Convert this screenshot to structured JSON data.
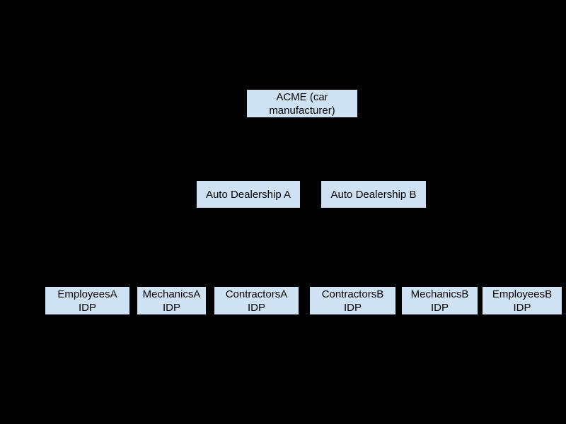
{
  "diagram": {
    "background_color": "#000000",
    "node_fill_color": "#cfe2f3",
    "node_border_color": "#000000",
    "node_text_color": "#000000",
    "nodes": [
      {
        "id": "acme",
        "label": "ACME (car\nmanufacturer)"
      },
      {
        "id": "dealership-a",
        "label": "Auto Dealership A"
      },
      {
        "id": "dealership-b",
        "label": "Auto Dealership B"
      },
      {
        "id": "employees-a",
        "label": "EmployeesA\nIDP"
      },
      {
        "id": "mechanics-a",
        "label": "MechanicsA\nIDP"
      },
      {
        "id": "contractors-a",
        "label": "ContractorsA\nIDP"
      },
      {
        "id": "contractors-b",
        "label": "ContractorsB\nIDP"
      },
      {
        "id": "mechanics-b",
        "label": "MechanicsB\nIDP"
      },
      {
        "id": "employees-b",
        "label": "EmployeesB\nIDP"
      }
    ]
  }
}
